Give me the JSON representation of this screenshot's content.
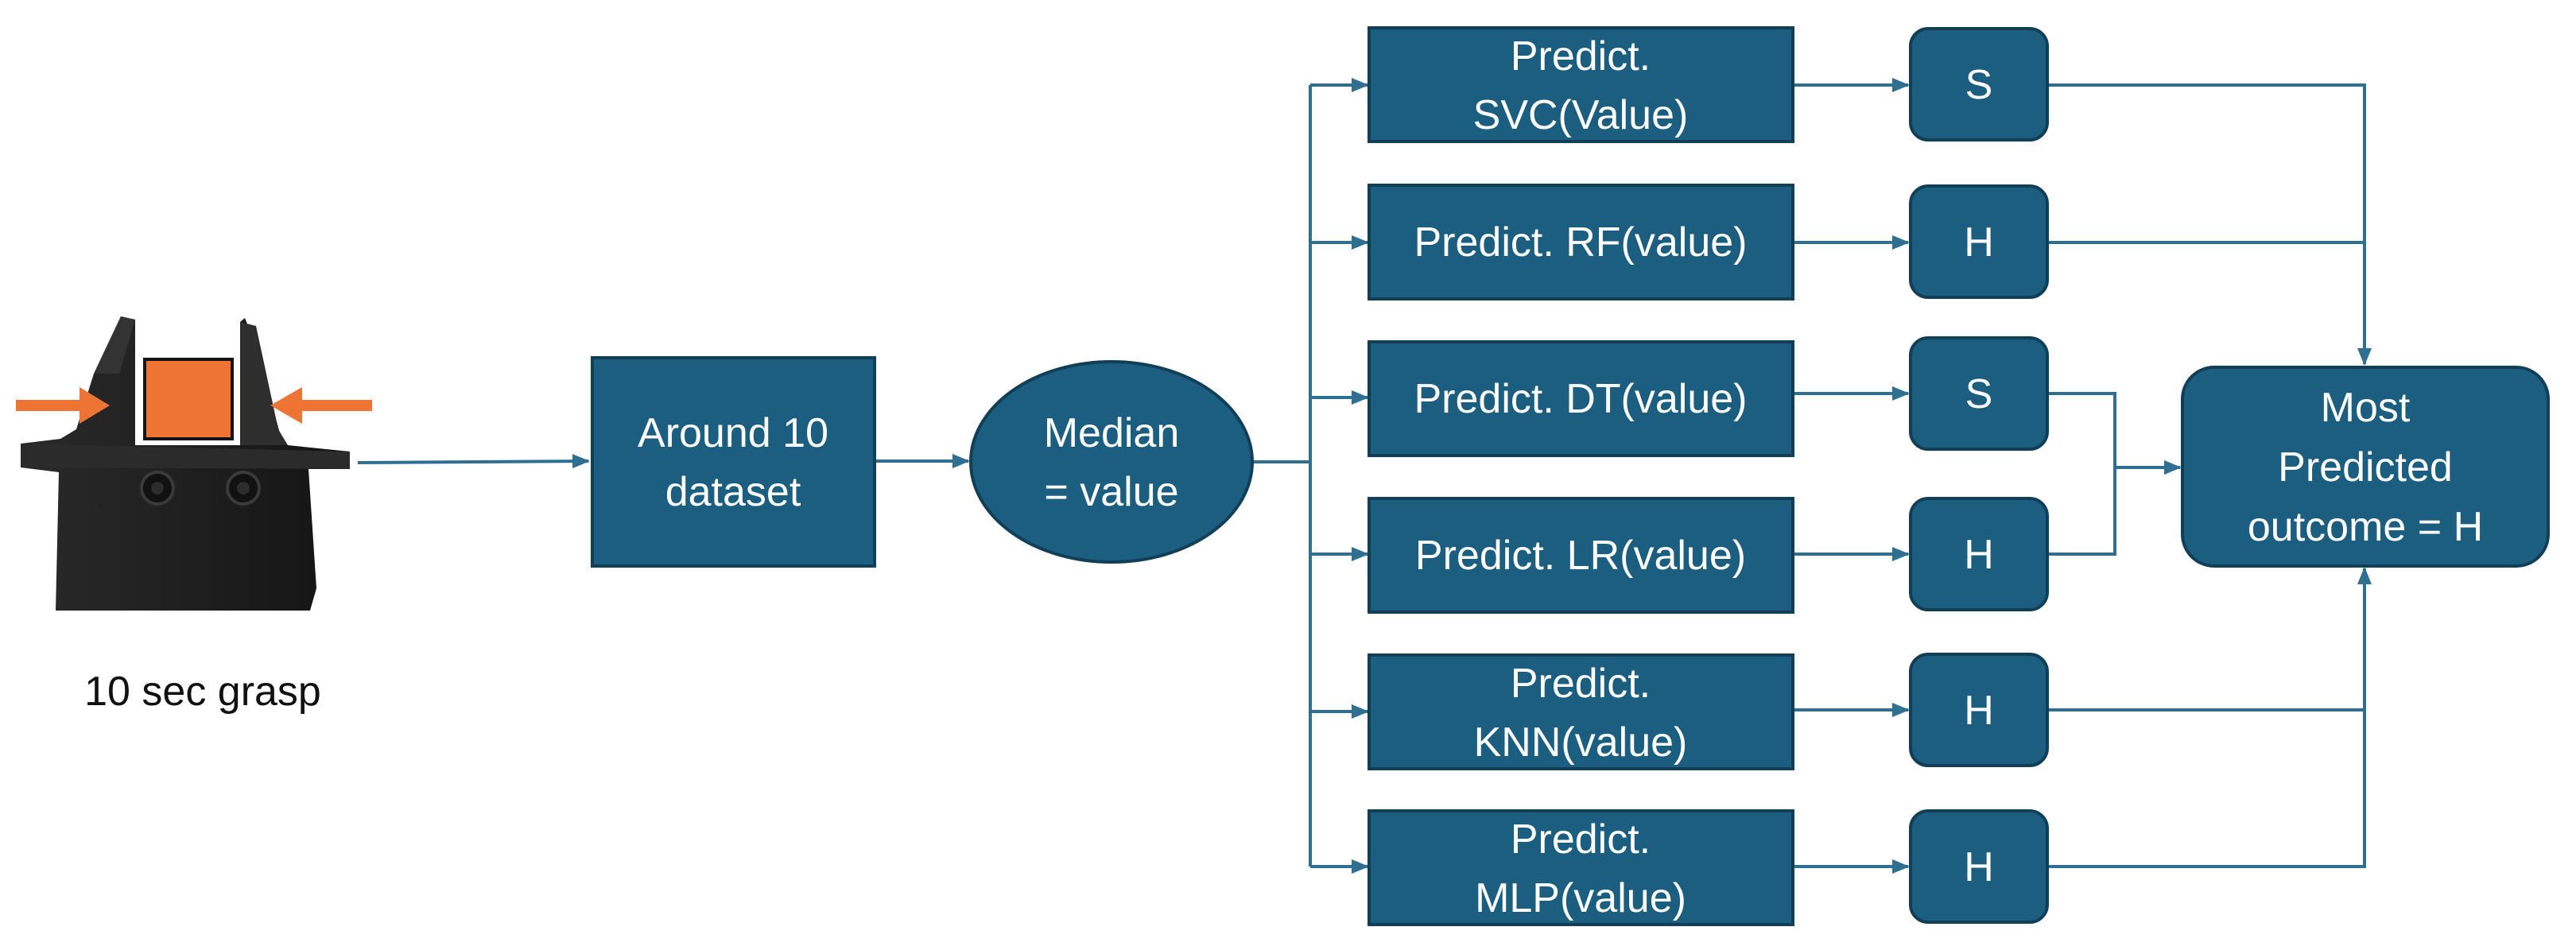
{
  "caption": "10 sec grasp",
  "dataset_box": [
    "Around 10",
    "dataset"
  ],
  "median_box": [
    "Median",
    "= value"
  ],
  "models": [
    {
      "label": [
        "Predict.",
        "SVC(Value)"
      ],
      "result": "S"
    },
    {
      "label": [
        "Predict. RF(value)"
      ],
      "result": "H"
    },
    {
      "label": [
        "Predict. DT(value)"
      ],
      "result": "S"
    },
    {
      "label": [
        "Predict. LR(value)"
      ],
      "result": "H"
    },
    {
      "label": [
        "Predict.",
        "KNN(value)"
      ],
      "result": "H"
    },
    {
      "label": [
        "Predict.",
        "MLP(value)"
      ],
      "result": "H"
    }
  ],
  "outcome_box": [
    "Most",
    "Predicted",
    "outcome = H"
  ],
  "colors": {
    "box_fill": "#1b5e80",
    "box_stroke": "#123f58",
    "arrow": "#2f6f91",
    "gripper_body": "#1f1f1f",
    "object": "#ee7433",
    "force_arrow": "#ee7433"
  },
  "icons": [
    "gripper-image",
    "force-arrow-icon"
  ]
}
